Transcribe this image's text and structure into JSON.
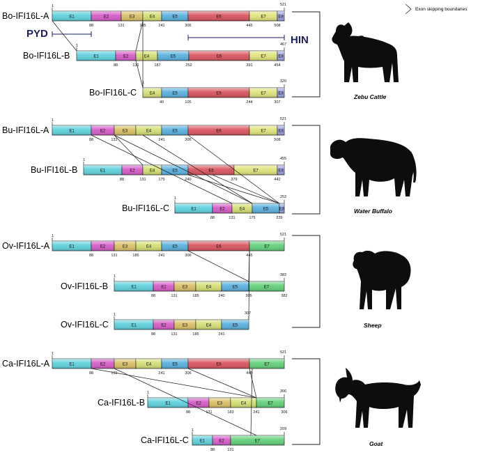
{
  "legend": {
    "text": "Exon skipping boundaries"
  },
  "domains": {
    "pyd": "PYD",
    "hin": "HIN"
  },
  "colors": {
    "E1": "#5fd0dc",
    "E2": "#d65cc8",
    "E3": "#d9c065",
    "E4": "#d4de73",
    "E5": "#58b0de",
    "E6": "#d8545e",
    "E7_bovine": "#dfe27a",
    "E7_caprine": "#62d07a",
    "E8": "#9aa3e6",
    "outline": "#222222",
    "silhouette": "#0d0d0d",
    "domain_text": "#1b1f5e"
  },
  "groups": [
    {
      "species": "Zebu Cattle",
      "animal": "cattle-icon",
      "tracks": [
        {
          "name": "Bo-IFI16L-A",
          "start": "1",
          "end": "521",
          "exons": [
            {
              "label": "E1",
              "ticks_right": "88"
            },
            {
              "label": "E2",
              "ticks_right": "131"
            },
            {
              "label": "E3",
              "ticks_right": "185"
            },
            {
              "label": "E4",
              "ticks_right": "241"
            },
            {
              "label": "E5",
              "ticks_right": "306"
            },
            {
              "label": "E6",
              "ticks_right": "445"
            },
            {
              "label": "E7",
              "ticks_right": "508"
            },
            {
              "label": "E8",
              "ticks_right": ""
            }
          ]
        },
        {
          "name": "Bo-IFI16L-B",
          "start": "1",
          "end": "467",
          "exons": [
            {
              "label": "E1",
              "ticks_right": "88"
            },
            {
              "label": "E2",
              "ticks_right": "131"
            },
            {
              "label": "E4",
              "ticks_right": "187"
            },
            {
              "label": "E5",
              "ticks_right": "252"
            },
            {
              "label": "E6",
              "ticks_right": "391"
            },
            {
              "label": "E7",
              "ticks_right": "454"
            },
            {
              "label": "E8",
              "ticks_right": ""
            }
          ]
        },
        {
          "name": "Bo-IFI16L-C",
          "start": "1",
          "end": "320",
          "exons": [
            {
              "label": "E4",
              "ticks_right": "40"
            },
            {
              "label": "E5",
              "ticks_right": "105"
            },
            {
              "label": "E6",
              "ticks_right": "244"
            },
            {
              "label": "E7",
              "ticks_right": "307"
            },
            {
              "label": "E8",
              "ticks_right": ""
            }
          ]
        }
      ]
    },
    {
      "species": "Water Buffalo",
      "animal": "buffalo-icon",
      "tracks": [
        {
          "name": "Bu-IFI16L-A",
          "start": "1",
          "end": "521",
          "exons": [
            {
              "label": "E1",
              "ticks_right": "88"
            },
            {
              "label": "E2",
              "ticks_right": "131"
            },
            {
              "label": "E3",
              "ticks_right": ""
            },
            {
              "label": "E4",
              "ticks_right": "241"
            },
            {
              "label": "E5",
              "ticks_right": "306"
            },
            {
              "label": "E6",
              "ticks_right": ""
            },
            {
              "label": "E7",
              "ticks_right": "508"
            },
            {
              "label": "E8",
              "ticks_right": ""
            }
          ]
        },
        {
          "name": "Bu-IFI16L-B",
          "start": "1",
          "end": "455",
          "exons": [
            {
              "label": "E1",
              "ticks_right": "88"
            },
            {
              "label": "E2",
              "ticks_right": "131"
            },
            {
              "label": "E4",
              "ticks_right": "175"
            },
            {
              "label": "E5",
              "ticks_right": "240"
            },
            {
              "label": "E6",
              "ticks_right": "379"
            },
            {
              "label": "E7",
              "ticks_right": "442"
            },
            {
              "label": "E8",
              "ticks_right": ""
            }
          ]
        },
        {
          "name": "Bu-IFI16L-C",
          "start": "1",
          "end": "252",
          "exons": [
            {
              "label": "E1",
              "ticks_right": "88"
            },
            {
              "label": "E2",
              "ticks_right": "131"
            },
            {
              "label": "E4",
              "ticks_right": "175"
            },
            {
              "label": "E5",
              "ticks_right": "239"
            },
            {
              "label": "E8",
              "ticks_right": ""
            }
          ]
        }
      ]
    },
    {
      "species": "Sheep",
      "animal": "sheep-icon",
      "tracks": [
        {
          "name": "Ov-IFI16L-A",
          "start": "1",
          "end": "521",
          "exons": [
            {
              "label": "E1",
              "ticks_right": "88"
            },
            {
              "label": "E2",
              "ticks_right": "131"
            },
            {
              "label": "E3",
              "ticks_right": "185"
            },
            {
              "label": "E4",
              "ticks_right": "241"
            },
            {
              "label": "E5",
              "ticks_right": "306"
            },
            {
              "label": "E6",
              "ticks_right": "445"
            },
            {
              "label": "E7",
              "ticks_right": ""
            }
          ]
        },
        {
          "name": "Ov-IFI16L-B",
          "start": "1",
          "end": "382",
          "exons": [
            {
              "label": "E1",
              "ticks_right": "88"
            },
            {
              "label": "E2",
              "ticks_right": "131"
            },
            {
              "label": "E3",
              "ticks_right": "185"
            },
            {
              "label": "E4",
              "ticks_right": "240"
            },
            {
              "label": "E5",
              "ticks_right": "305"
            },
            {
              "label": "E7",
              "ticks_right": "382"
            }
          ]
        },
        {
          "name": "Ov-IFI16L-C",
          "start": "1",
          "end": "307",
          "exons": [
            {
              "label": "E1",
              "ticks_right": "88"
            },
            {
              "label": "E2",
              "ticks_right": "131"
            },
            {
              "label": "E3",
              "ticks_right": "185"
            },
            {
              "label": "E4",
              "ticks_right": "241"
            },
            {
              "label": "E5",
              "ticks_right": ""
            }
          ]
        }
      ]
    },
    {
      "species": "Goat",
      "animal": "goat-icon",
      "tracks": [
        {
          "name": "Ca-IFI16L-A",
          "start": "1",
          "end": "521",
          "exons": [
            {
              "label": "E1",
              "ticks_right": "88"
            },
            {
              "label": "E2",
              "ticks_right": "131"
            },
            {
              "label": "E3",
              "ticks_right": ""
            },
            {
              "label": "E4",
              "ticks_right": "241"
            },
            {
              "label": "E5",
              "ticks_right": "306"
            },
            {
              "label": "E6",
              "ticks_right": "445"
            },
            {
              "label": "E7",
              "ticks_right": ""
            }
          ]
        },
        {
          "name": "Ca-IFI16L-B",
          "start": "1",
          "end": "306",
          "exons": [
            {
              "label": "E1",
              "ticks_right": "88"
            },
            {
              "label": "E2",
              "ticks_right": "131"
            },
            {
              "label": "E3",
              "ticks_right": "183"
            },
            {
              "label": "E4",
              "ticks_right": "241"
            },
            {
              "label": "E7",
              "ticks_right": "306"
            }
          ]
        },
        {
          "name": "Ca-IFI16L-C",
          "start": "1",
          "end": "209",
          "exons": [
            {
              "label": "E1",
              "ticks_right": "88"
            },
            {
              "label": "E2",
              "ticks_right": "131"
            },
            {
              "label": "E7",
              "ticks_right": ""
            }
          ]
        }
      ]
    }
  ]
}
